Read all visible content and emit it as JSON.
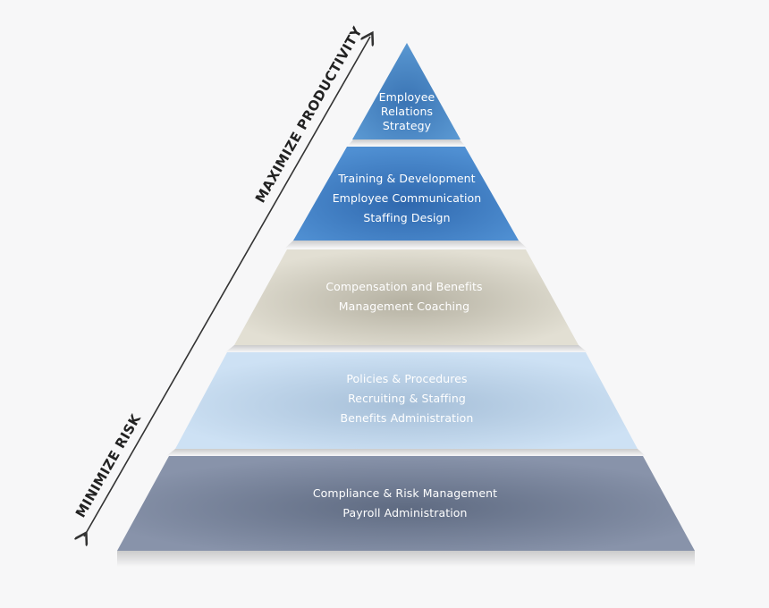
{
  "axis": {
    "top_label": "MAXIMIZE PRODUCTIVITY",
    "bottom_label": "MINIMIZE RISK"
  },
  "colors": {
    "tier1": "#4a86c2",
    "tier2": "#3f7cc4",
    "tier3": "#d6d3c6",
    "tier4": "#c3d9ef",
    "tier5": "#7f8ba4",
    "arrow": "#333333"
  },
  "tiers": [
    {
      "lines": [
        "Employee",
        "Relations",
        "Strategy"
      ]
    },
    {
      "lines": [
        "Training & Development",
        "Employee Communication",
        "Staffing Design"
      ]
    },
    {
      "lines": [
        "Compensation and Benefits",
        "Management Coaching"
      ]
    },
    {
      "lines": [
        "Policies & Procedures",
        "Recruiting & Staffing",
        "Benefits Administration"
      ]
    },
    {
      "lines": [
        "Compliance & Risk Management",
        "Payroll Administration"
      ]
    }
  ]
}
